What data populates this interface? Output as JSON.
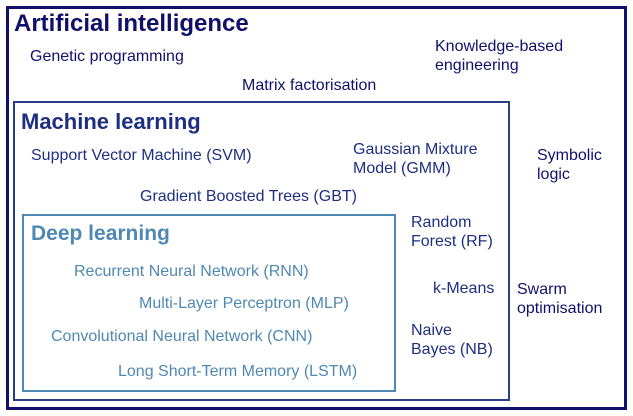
{
  "colors": {
    "ai": "#10106a",
    "ml": "#1e2f82",
    "dl": "#4f88b3"
  },
  "ai": {
    "title": "Artificial intelligence",
    "items": [
      "Genetic programming",
      "Knowledge-based",
      "engineering",
      "Matrix factorisation",
      "Symbolic",
      "logic",
      "Swarm",
      "optimisation"
    ]
  },
  "ml": {
    "title": "Machine learning",
    "items": [
      "Support Vector Machine (SVM)",
      "Gaussian Mixture",
      "Model (GMM)",
      "Gradient Boosted Trees (GBT)",
      "Random",
      "Forest (RF)",
      "k-Means",
      "Naive",
      "Bayes (NB)"
    ]
  },
  "dl": {
    "title": "Deep learning",
    "items": [
      "Recurrent Neural Network (RNN)",
      "Multi-Layer Perceptron (MLP)",
      "Convolutional Neural Network (CNN)",
      "Long Short-Term Memory (LSTM)"
    ]
  }
}
